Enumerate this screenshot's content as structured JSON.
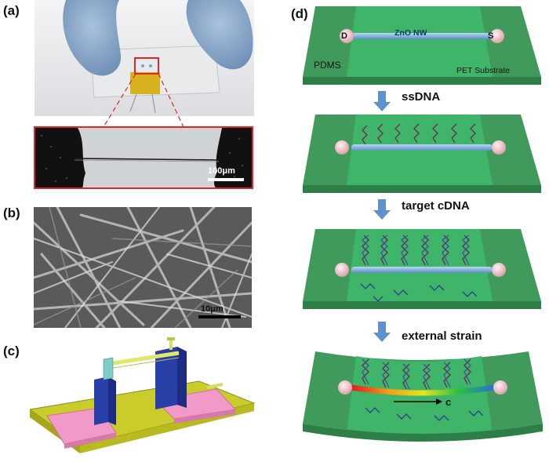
{
  "panels": {
    "a": "(a)",
    "b": "(b)",
    "c": "(c)",
    "d": "(d)"
  },
  "scale_bars": {
    "a": "100μm",
    "b": "10μm"
  },
  "device": {
    "drain": "D",
    "source": "S",
    "nanowire": "ZnO NW",
    "pdms": "PDMS",
    "substrate": "PET Substrate"
  },
  "steps": {
    "ssdna": "ssDNA",
    "target": "target cDNA",
    "strain": "external strain"
  },
  "strain_arrow": "c",
  "colors": {
    "substrate_edge": "#3f9a5c",
    "substrate_center": "#3fb56a",
    "substrate_side": "#2e7f47",
    "electrode": "#f2c9cf",
    "nanowire": "#6fa6d8",
    "arrow": "#5c93cc",
    "highlight": "#e0262a",
    "stage": "#c9cc2a",
    "pink": "#f29ac7",
    "blue_block": "#283fa8"
  }
}
